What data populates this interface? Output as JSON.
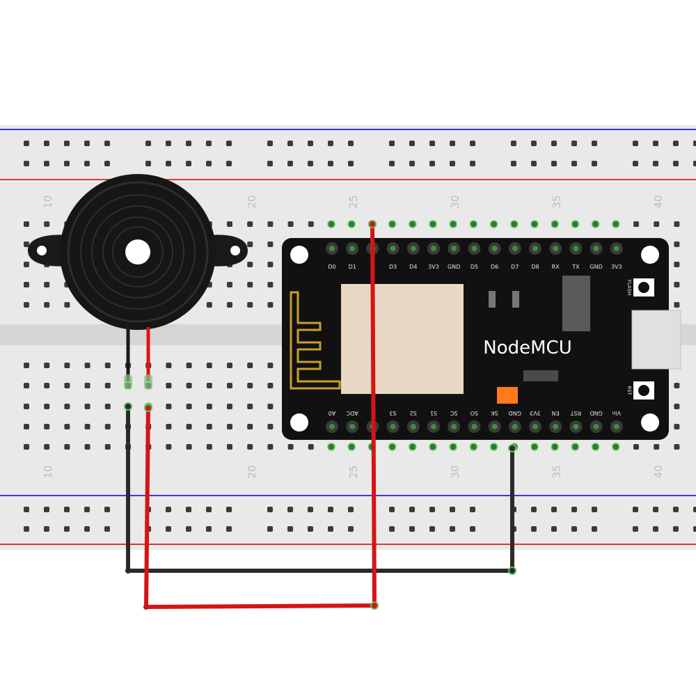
{
  "breadboard": {
    "top_numbers": [
      "10",
      "20",
      "25",
      "30",
      "35",
      "40"
    ],
    "bottom_numbers": [
      "10",
      "20",
      "25",
      "30",
      "35",
      "40"
    ]
  },
  "buzzer": {
    "name": "piezo-buzzer"
  },
  "nodemcu": {
    "title": "NodeMCU",
    "top_pins": [
      "D0",
      "D1",
      "",
      "D3",
      "D4",
      "3V3",
      "GND",
      "D5",
      "D6",
      "D7",
      "D8",
      "RX",
      "TX",
      "GND",
      "3V3"
    ],
    "bottom_pins": [
      "A0",
      "ADC",
      "",
      "S3",
      "S2",
      "S1",
      "SC",
      "SO",
      "SK",
      "GND",
      "3V3",
      "EN",
      "RST",
      "GND",
      "Vin"
    ],
    "flash_label": "FLASH",
    "rst_label": "RST"
  },
  "wires": [
    {
      "name": "buzzer-negative-to-gnd",
      "color": "#2a2a2a"
    },
    {
      "name": "buzzer-positive-to-d2",
      "color": "#d41515"
    }
  ],
  "colors": {
    "wire_black": "#2a2a2a",
    "wire_red": "#d41515",
    "board": "#111111",
    "rail_blue": "#3a3ad6",
    "rail_red": "#d63a3a"
  }
}
